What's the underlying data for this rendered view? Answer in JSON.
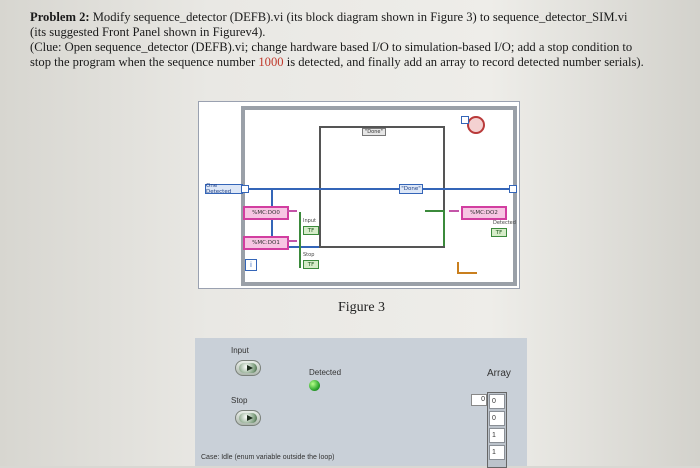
{
  "problem": {
    "heading": "Problem 2:",
    "line1": " Modify sequence_detector (DEFB).vi (its block diagram shown in Figure 3) to sequence_detector_SIM.vi",
    "line2": "(its suggested Front Panel shown in Figurev4).",
    "line3": "(Clue: Open sequence_detector (DEFB).vi; change hardware based I/O to simulation-based I/O; add a stop condition to",
    "line4_pre": "stop the program when the sequence number ",
    "line4_num": "1000",
    "line4_post": " is detected, and finally add an array to record detected number serials)."
  },
  "diagram": {
    "case_selector": "\"Done\"",
    "inner_case": "\"Done\"",
    "enum_const": "One Detected",
    "daq0": "%MC:DO0",
    "daq1": "%MC:DO1",
    "daq2": "%MC:DO2",
    "input_label": "Input",
    "stop_label": "Stop",
    "detected_label": "Detected",
    "tf": "TF",
    "iter": "i"
  },
  "caption": "Figure 3",
  "front_panel": {
    "input_label": "Input",
    "stop_label": "Stop",
    "detected_label": "Detected",
    "array_label": "Array",
    "array_index": "0",
    "array_values": [
      "0",
      "0",
      "1",
      "1"
    ],
    "footer": "Case: Idle  (enum variable outside the loop)"
  }
}
